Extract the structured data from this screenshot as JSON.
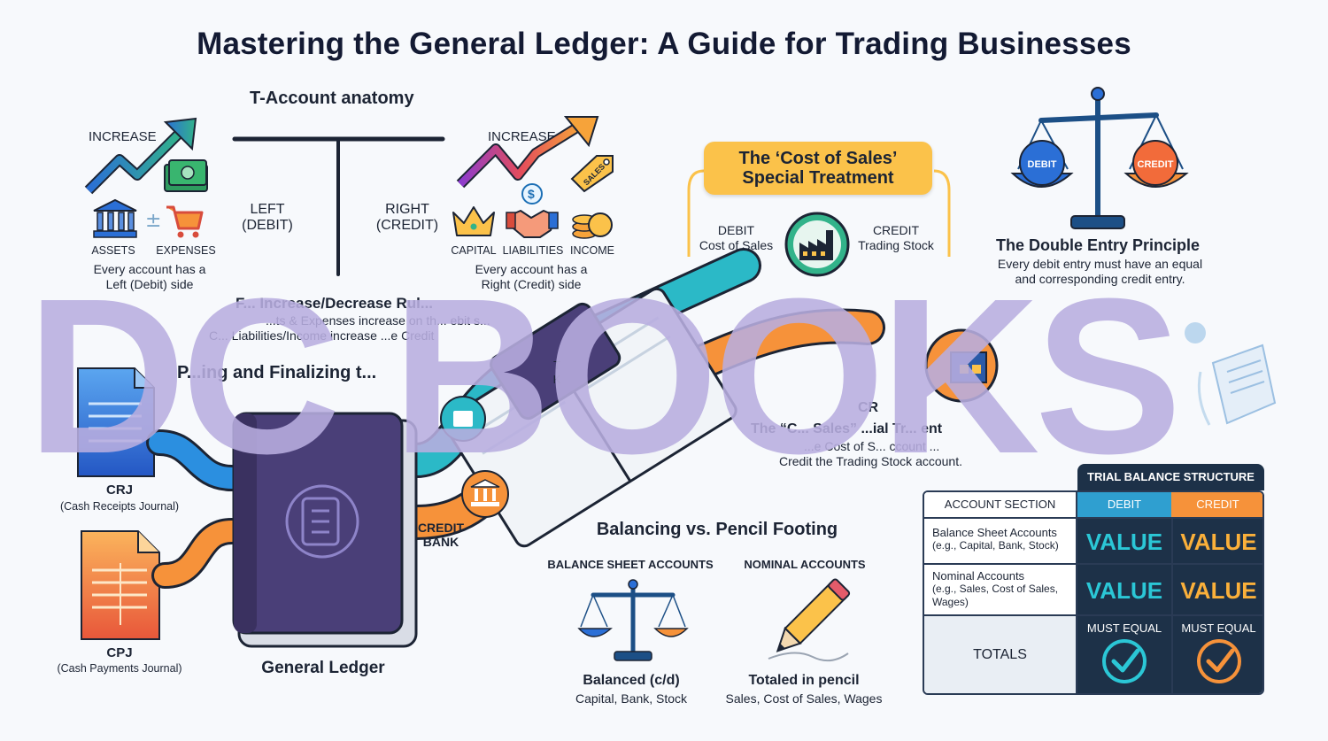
{
  "title": "Mastering the General Ledger: A Guide for Trading Businesses",
  "t_account": {
    "heading": "T-Account anatomy",
    "left_label": "LEFT\n(DEBIT)",
    "right_label": "RIGHT\n(CREDIT)",
    "left_increase": "INCREASE",
    "right_increase": "INCREASE",
    "left_items": [
      "ASSETS",
      "EXPENSES"
    ],
    "right_items": [
      "CAPITAL",
      "LIABILITIES",
      "INCOME"
    ],
    "left_caption": "Every account has a\nLeft (Debit) side",
    "right_caption": "Every account has a\nRight (Credit) side",
    "sales_tag": "SALES",
    "dollar": "$",
    "increase_decrease_heading": "F... Increase/Decrease Rul...",
    "rule_line1": "...ts & Expenses increase on th... ebit s...",
    "rule_line2": "C... Liabilities/Income increase ...e Credit"
  },
  "posting": {
    "heading": "P...ing and Finalizing t...",
    "crj_title": "CRJ",
    "crj_sub": "(Cash Receipts Journal)",
    "cpj_title": "CPJ",
    "cpj_sub": "(Cash Payments Journal)",
    "ledger_label": "General Ledger",
    "credit_bank": "CREDIT\nBANK",
    "partial_letters": "T\nK"
  },
  "cost_of_sales": {
    "callout": "The ‘Cost of Sales’\nSpecial Treatment",
    "debit_label": "DEBIT\nCost of Sales",
    "credit_label": "CREDIT\nTrading Stock",
    "lower_cr": "CR",
    "lower_title": "The “C... Sales” ...ial Tr... ent",
    "lower_line1": "...e Cost of S... ccount ...",
    "lower_line2": "Credit the Trading Stock account."
  },
  "double_entry": {
    "debit": "DEBIT",
    "credit": "CREDIT",
    "heading": "The Double Entry Principle",
    "body": "Every debit entry must have an equal\nand corresponding credit entry."
  },
  "balancing": {
    "heading": "Balancing vs. Pencil Footing",
    "bs_heading": "BALANCE SHEET ACCOUNTS",
    "nominal_heading": "NOMINAL ACCOUNTS",
    "bs_title": "Balanced (c/d)",
    "bs_sub": "Capital, Bank, Stock",
    "nom_title": "Totaled in pencil",
    "nom_sub": "Sales, Cost of Sales, Wages"
  },
  "trial_balance": {
    "title": "TRIAL BALANCE STRUCTURE",
    "col_section": "ACCOUNT SECTION",
    "col_debit": "DEBIT",
    "col_credit": "CREDIT",
    "rows": [
      {
        "label": "Balance Sheet Accounts",
        "sub": "(e.g., Capital, Bank, Stock)",
        "debit": "VALUE",
        "credit": "VALUE"
      },
      {
        "label": "Nominal Accounts",
        "sub": "(e.g., Sales, Cost of Sales,\nWages)",
        "debit": "VALUE",
        "credit": "VALUE"
      }
    ],
    "totals": "TOTALS",
    "must_equal": "MUST EQUAL"
  },
  "watermark": "DC BOOKS",
  "colors": {
    "teal": "#2bb9c7",
    "orange": "#f6923a",
    "navy": "#1d3148",
    "ledger": "#4a3f78",
    "gold": "#fbc24a",
    "green": "#32b38a"
  }
}
